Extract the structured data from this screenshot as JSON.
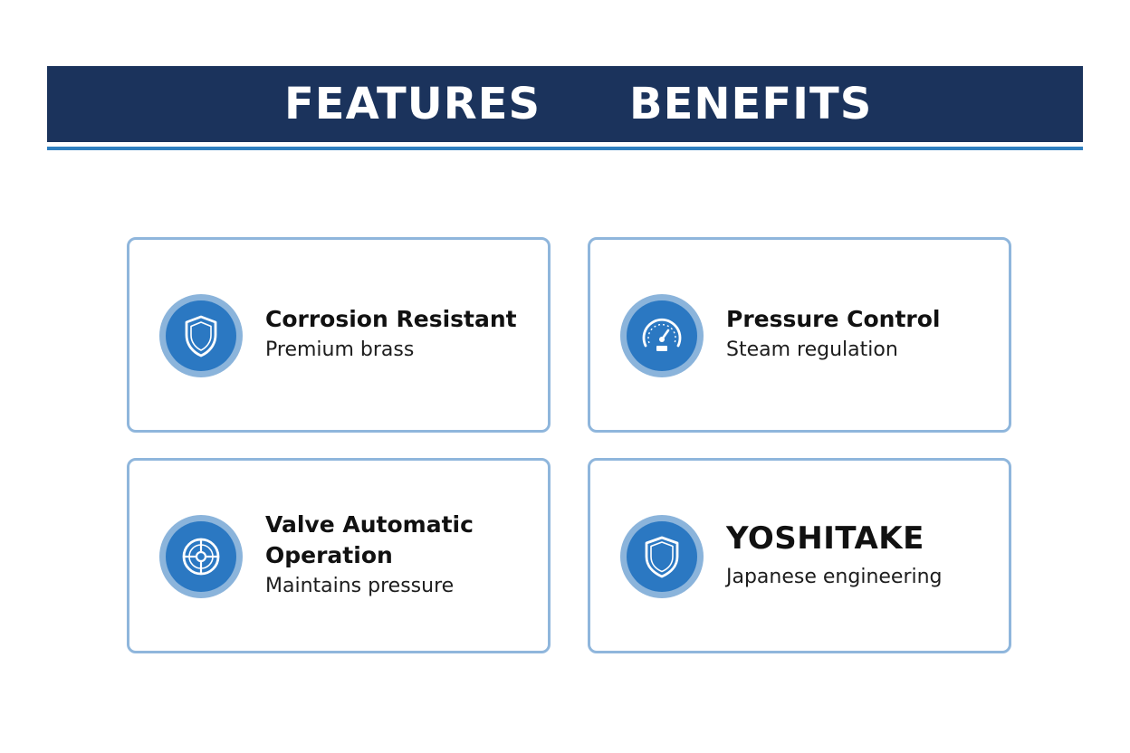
{
  "header": {
    "left_word": "FEATURES",
    "right_word": "BENEFITS"
  },
  "colors": {
    "banner": "#1b335c",
    "accent_rule": "#2f7fc0",
    "card_border": "#8fb6dc",
    "icon_ring": "#8bb4db",
    "icon_fill": "#2b78c2"
  },
  "cards": [
    {
      "icon": "shield-icon",
      "title": "Corrosion Resistant",
      "subtitle": "Premium brass"
    },
    {
      "icon": "gauge-icon",
      "title": "Pressure Control",
      "subtitle": "Steam regulation"
    },
    {
      "icon": "valve-wheel-icon",
      "title_line1": "Valve Automatic",
      "title_line2": "Operation",
      "subtitle": "Maintains pressure"
    },
    {
      "icon": "shield-icon",
      "title": "YOSHITAKE",
      "subtitle": "Japanese engineering"
    }
  ]
}
